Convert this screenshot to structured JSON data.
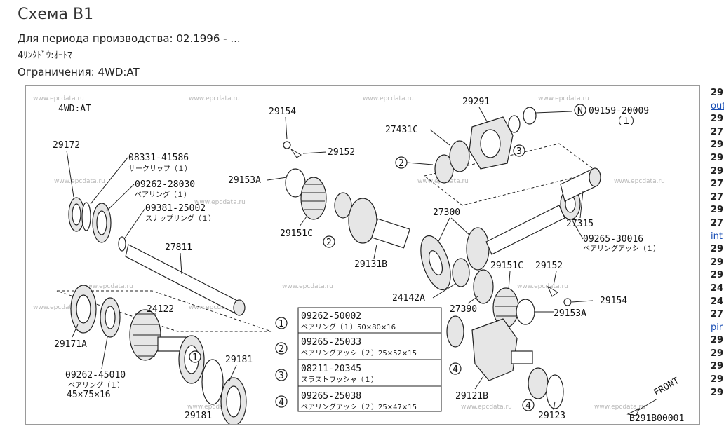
{
  "header": {
    "title": "Схема B1",
    "period": "Для периода производства: 02.1996 - ...",
    "variant": "4ﾘﾝｸﾄﾞｳ:ｵｰﾄﾏ",
    "restriction": "Ограничения: 4WD:AT"
  },
  "diagram": {
    "watermark": "www.epcdata.ru",
    "variant_label": "4WD:AT",
    "code": "B291B00001",
    "front_label": "FRONT",
    "parts": {
      "p29172": "29172",
      "p08331": "08331-41586",
      "p08331_desc": "サークリップ（１）",
      "p09262_28030": "09262-28030",
      "p09262_28030_desc": "ベアリング（１）",
      "p09381": "09381-25002",
      "p09381_desc": "スナップリング（１）",
      "p27811": "27811",
      "p24122": "24122",
      "p29171A": "29171A",
      "p09262_45010": "09262-45010",
      "p09262_45010_desc": "ベアリング（１）",
      "p09262_45010_size": "45×75×16",
      "p29181": "29181",
      "p29181b": "29181",
      "p29154": "29154",
      "p29152": "29152",
      "p29153A": "29153A",
      "p29151C": "29151C",
      "p29131B": "29131B",
      "p27431C": "27431C",
      "p29291": "29291",
      "p09159": "09159-20009",
      "p09159_qty": "（１）",
      "p27300": "27300",
      "p27315": "27315",
      "p09265_30016": "09265-30016",
      "p09265_30016_desc": "ベアリングアッシ（１）",
      "p24142A": "24142A",
      "p29151Cb": "29151C",
      "p29152b": "29152",
      "p27390": "27390",
      "p29154b": "29154",
      "p29153Ab": "29153A",
      "p29121B": "29121B",
      "p29123": "29123"
    },
    "markers": {
      "m1": "1",
      "m2": "2",
      "m3": "3",
      "m4": "4",
      "mN": "N"
    },
    "legend": [
      {
        "num": "1",
        "part": "09262-50002",
        "desc": "ベアリング（１）50×80×16"
      },
      {
        "num": "2",
        "part": "09265-25033",
        "desc": "ベアリングアッシ（２）25×52×15"
      },
      {
        "num": "3",
        "part": "08211-20345",
        "desc": "スラストワッシャ（１）"
      },
      {
        "num": "4",
        "part": "09265-25038",
        "desc": "ベアリングアッシ（２）25×47×15"
      }
    ]
  },
  "sidebar": {
    "items": [
      "29",
      "out",
      "29",
      "27",
      "29",
      "29",
      "29",
      "27",
      "27",
      "29",
      "27",
      "int",
      "29",
      "29",
      "29",
      "24",
      "24",
      "27",
      "pir",
      "29",
      "29",
      "29",
      "29",
      "29"
    ]
  }
}
